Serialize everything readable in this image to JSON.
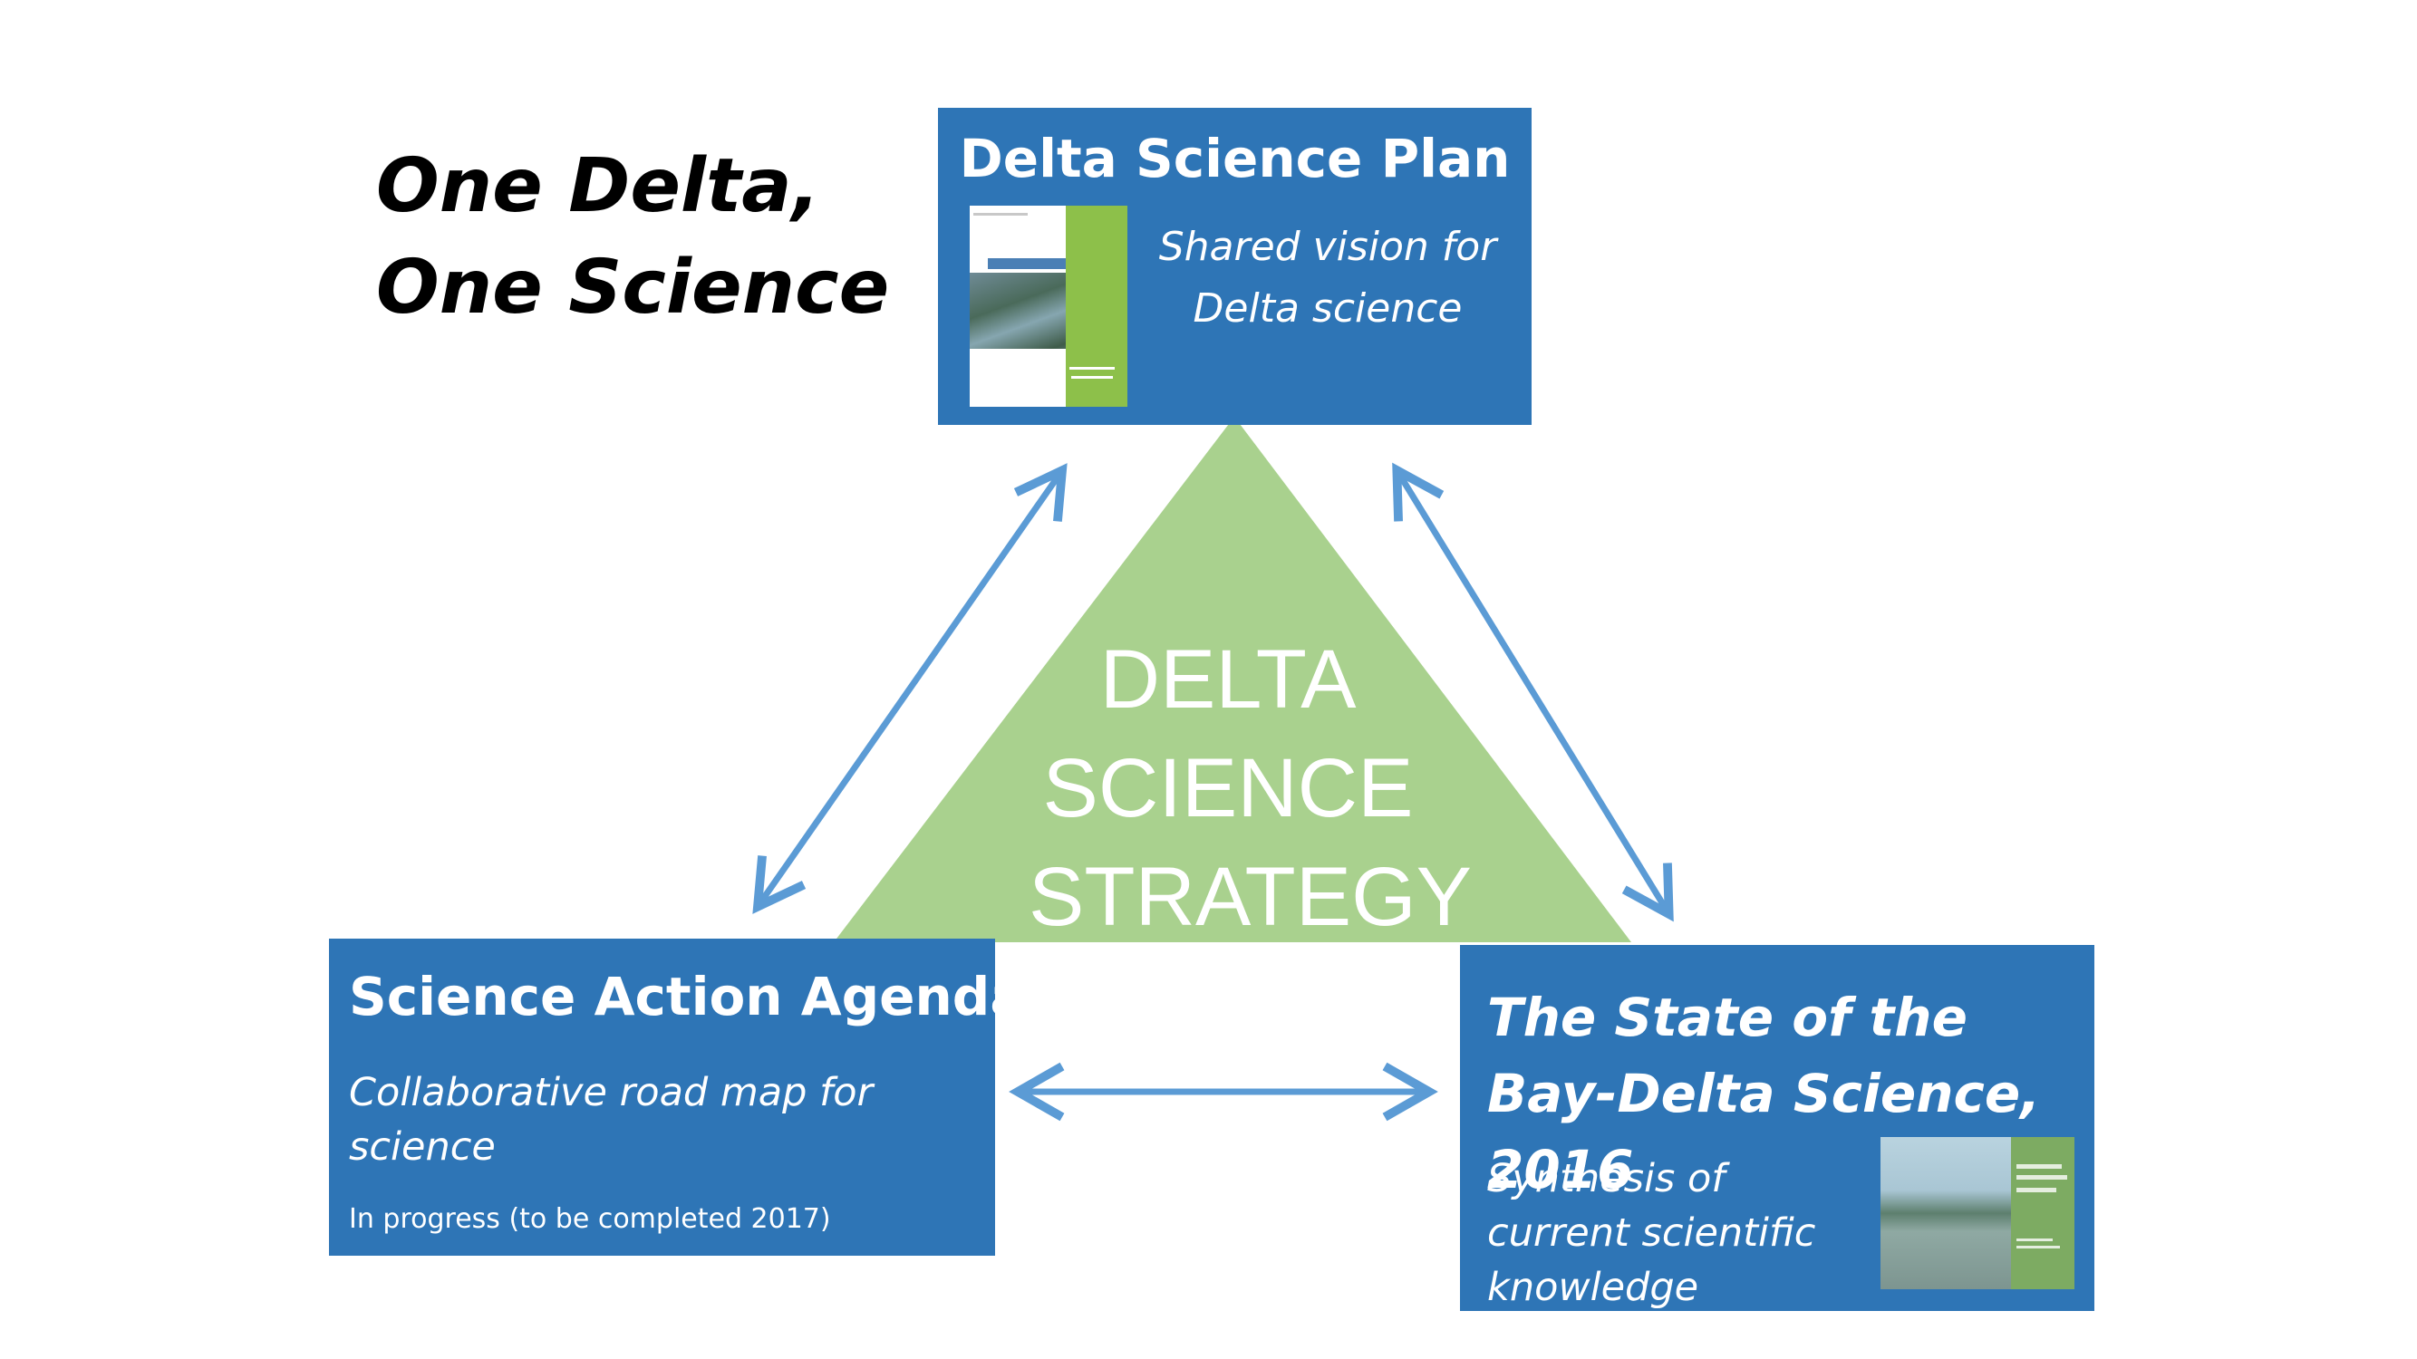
{
  "slogan": {
    "line1": "One Delta,",
    "line2": "One Science"
  },
  "center": {
    "line1": "DELTA",
    "line2": "SCIENCE",
    "line3": "STRATEGY"
  },
  "boxes": {
    "plan": {
      "title": "Delta Science Plan",
      "desc_line1": "Shared vision for",
      "desc_line2": "Delta science"
    },
    "agenda": {
      "title": "Science Action Agenda",
      "desc": "Collaborative road map for science",
      "note": "In progress (to be completed 2017)"
    },
    "state": {
      "title": "The State of the Bay-Delta Science, 2016",
      "desc": "Synthesis of current scientific knowledge"
    }
  },
  "colors": {
    "box_blue": "#2e75b6",
    "triangle_green": "#a9d18e",
    "arrow_blue": "#5b9bd5",
    "text_white": "#ffffff",
    "slogan_black": "#000000"
  }
}
